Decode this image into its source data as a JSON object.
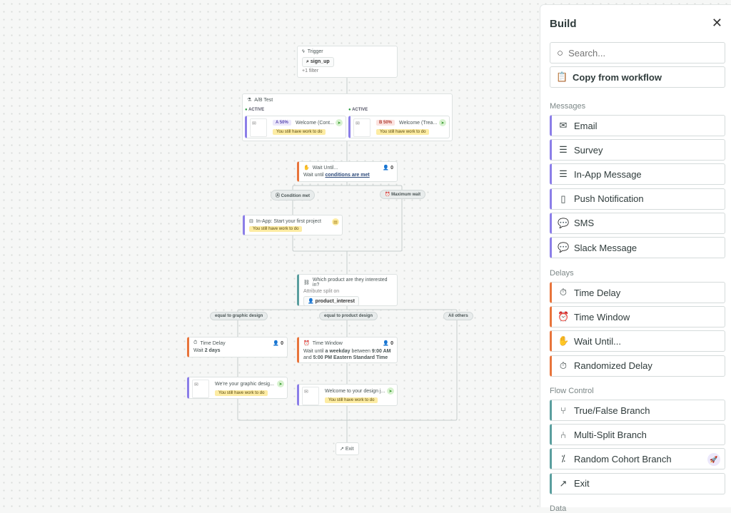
{
  "canvas": {
    "trigger": {
      "label": "Trigger",
      "event": "sign_up",
      "filters": "+1 filter"
    },
    "ab_test": {
      "label": "A/B Test",
      "variants": [
        {
          "status": "ACTIVE",
          "badge": "A 50%",
          "title": "Welcome (Cont...",
          "warning": "You still have work to do",
          "badge_color": "#ece8fb"
        },
        {
          "status": "ACTIVE",
          "badge": "B 50%",
          "title": "Welcome (Trea...",
          "warning": "You still have work to do",
          "badge_color": "#fbe3e0"
        }
      ]
    },
    "wait_until": {
      "label": "Wait Until...",
      "count": "0",
      "desc_prefix": "Wait until",
      "desc_link": "conditions are met"
    },
    "wait_branches": {
      "condition": "Condition met",
      "max": "Maximum wait"
    },
    "inapp": {
      "label": "In-App: Start your first project",
      "warning": "You still have work to do"
    },
    "split": {
      "label": "Which product are they interested in?",
      "sub": "Attribute split on",
      "attribute": "product_interest"
    },
    "split_branches": [
      "equal to graphic design",
      "equal to product design",
      "All others"
    ],
    "time_delay": {
      "label": "Time Delay",
      "count": "0",
      "prefix": "Wait",
      "value": "2 days"
    },
    "time_window": {
      "label": "Time Window",
      "count": "0",
      "p1": "Wait until",
      "b1": "a weekday",
      "p2": "between",
      "b2": "9:00 AM",
      "p3": "and",
      "b3": "5:00 PM Eastern Standard Time"
    },
    "email1": {
      "title": "We're your graphic desig...",
      "warning": "You still have work to do"
    },
    "email2": {
      "title": "Welcome to your design j...",
      "warning": "You still have work to do"
    },
    "exit": {
      "label": "Exit"
    }
  },
  "panel": {
    "title": "Build",
    "search_placeholder": "Search...",
    "copy": "Copy from workflow",
    "sections": [
      {
        "label": "Messages",
        "items": [
          "Email",
          "Survey",
          "In-App Message",
          "Push Notification",
          "SMS",
          "Slack Message"
        ]
      },
      {
        "label": "Delays",
        "items": [
          "Time Delay",
          "Time Window",
          "Wait Until...",
          "Randomized Delay"
        ]
      },
      {
        "label": "Flow Control",
        "items": [
          "True/False Branch",
          "Multi-Split Branch",
          "Random Cohort Branch",
          "Exit"
        ]
      },
      {
        "label": "Data"
      }
    ]
  },
  "colors": {
    "messages": "#8b7ee8",
    "delays": "#e8743b",
    "flow": "#5a9e9e",
    "warning": "#fdeca3"
  }
}
